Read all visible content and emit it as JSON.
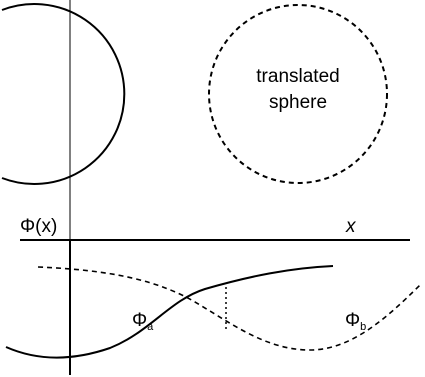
{
  "axis": {
    "y_label": "Φ(x)",
    "x_label": "x"
  },
  "sphere": {
    "label_line1": "translated",
    "label_line2": "sphere"
  },
  "curves": {
    "a": {
      "symbol": "Φ",
      "subscript": "a"
    },
    "b": {
      "symbol": "Φ",
      "subscript": "b"
    }
  },
  "colors": {
    "stroke": "#000000",
    "background": "#ffffff"
  }
}
